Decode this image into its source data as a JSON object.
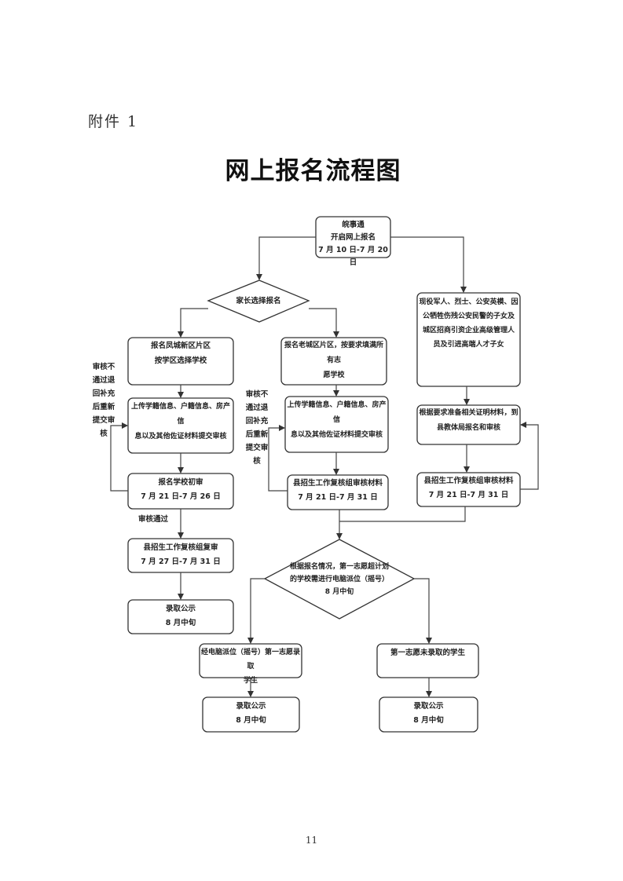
{
  "header": {
    "attachment_label": "附件 1",
    "title": "网上报名流程图"
  },
  "flowchart": {
    "start": {
      "lines": [
        "皖事通",
        "开启网上报名",
        "7 月 10 日-7 月 20 日"
      ]
    },
    "decision_parent": {
      "text": "家长选择报名"
    },
    "left_branch": {
      "register": {
        "lines": [
          "报名凤城新区片区",
          "按学区选择学校"
        ]
      },
      "upload": {
        "lines": [
          "上传学籍信息、户籍信息、房产信",
          "息以及其他佐证材料提交审核"
        ]
      },
      "school_review": {
        "lines": [
          "报名学校初审",
          "7 月 21 日-7 月 26 日"
        ]
      },
      "pass_label": "审核通过",
      "county_recheck": {
        "lines": [
          "县招生工作复核组复审",
          "7 月 27 日-7 月 31 日"
        ]
      },
      "publish": {
        "lines": [
          "录取公示",
          "8 月中旬"
        ]
      },
      "return_note": [
        "审核不",
        "通过退",
        "回补充",
        "后重新",
        "提交审",
        "核"
      ]
    },
    "middle_branch": {
      "register": {
        "lines": [
          "报名老城区片区，按要求填满所有志",
          "愿学校"
        ]
      },
      "upload": {
        "lines": [
          "上传学籍信息、户籍信息、房产信",
          "息以及其他佐证材料提交审核"
        ]
      },
      "county_review": {
        "lines": [
          "县招生工作复核组审核材料",
          "7 月 21 日-7 月 31 日"
        ]
      },
      "return_note": [
        "审核不",
        "通过退",
        "回补充",
        "后重新",
        "提交审",
        "核"
      ]
    },
    "right_branch": {
      "special_group": {
        "lines": [
          "现役军人、烈士、公安英模、因",
          "公牺牲伤残公安民警的子女及",
          "城区招商引资企业高级管理人",
          "员及引进高端人才子女"
        ]
      },
      "prepare": {
        "lines": [
          "根据要求准备相关证明材料，到",
          "县教体局报名和审核"
        ]
      },
      "county_review": {
        "lines": [
          "县招生工作复核组审核材料",
          "7 月 21 日-7 月 31 日"
        ]
      }
    },
    "decision_lottery": {
      "lines": [
        "根据报名情况，第一志愿超计划",
        "的学校需进行电脑派位（摇号）",
        "8 月中旬"
      ]
    },
    "lottery_admitted": {
      "lines": [
        "经电脑派位（摇号）第一志愿录取",
        "学生"
      ]
    },
    "lottery_publish": {
      "lines": [
        "录取公示",
        "8 月中旬"
      ]
    },
    "not_admitted": {
      "lines": [
        "第一志愿未录取的学生"
      ]
    },
    "not_admitted_publish": {
      "lines": [
        "录取公示",
        "8 月中旬"
      ]
    }
  },
  "footer": {
    "page_number": "11"
  }
}
